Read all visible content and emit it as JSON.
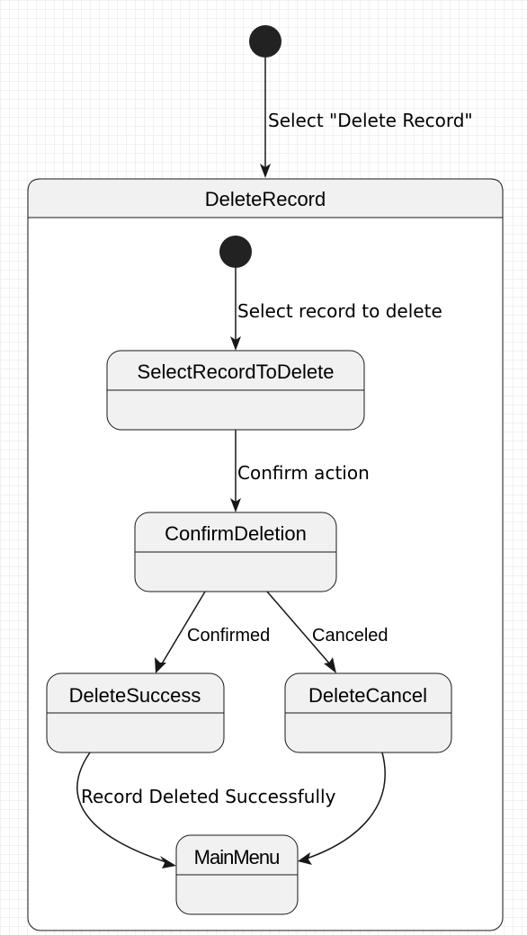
{
  "colors": {
    "node_fill": "#f1f1f1",
    "stroke": "#181818",
    "initial_fill": "#222222",
    "grid": "#f1f1f1"
  },
  "composite": {
    "title": "DeleteRecord"
  },
  "states": {
    "select_record_to_delete": "SelectRecordToDelete",
    "confirm_deletion": "ConfirmDeletion",
    "delete_success": "DeleteSuccess",
    "delete_cancel": "DeleteCancel",
    "main_menu": "MainMenu"
  },
  "transitions": {
    "outer_initial_to_delete_record": "Select \"Delete Record\"",
    "inner_initial_to_select": "Select record to delete",
    "select_to_confirm": "Confirm action",
    "confirm_to_success": "Confirmed",
    "confirm_to_cancel": "Canceled",
    "success_to_main_menu": "Record Deleted Successfully"
  }
}
